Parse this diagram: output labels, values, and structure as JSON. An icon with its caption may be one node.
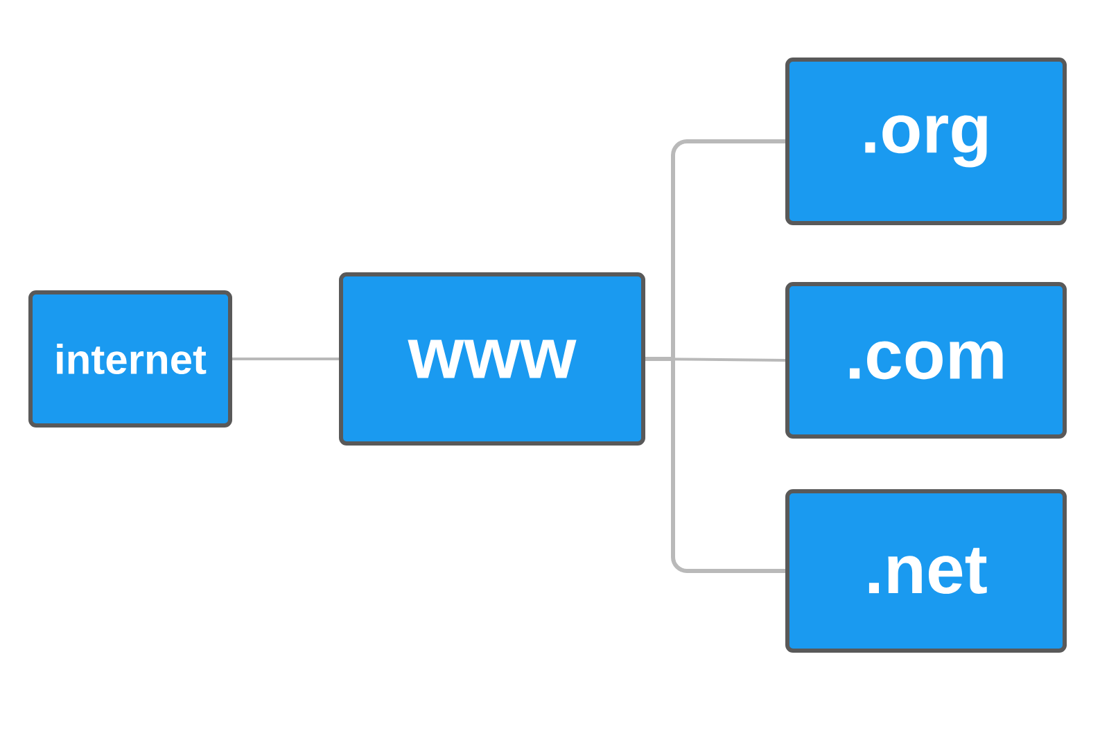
{
  "diagram": {
    "nodes": [
      {
        "text": [
          "internet"
        ]
      },
      {
        "text": [
          "www"
        ]
      },
      {
        "text": [
          ".org"
        ]
      },
      {
        "text": [
          ".com"
        ]
      },
      {
        "text": [
          ".net"
        ]
      }
    ],
    "edges": [
      {
        "from": 0,
        "to": 1,
        "arrow": "none"
      },
      {
        "from": 1,
        "to": 2,
        "arrow": "none"
      },
      {
        "from": 1,
        "to": 3,
        "arrow": "none"
      },
      {
        "from": 1,
        "to": 4,
        "arrow": "none"
      }
    ]
  }
}
